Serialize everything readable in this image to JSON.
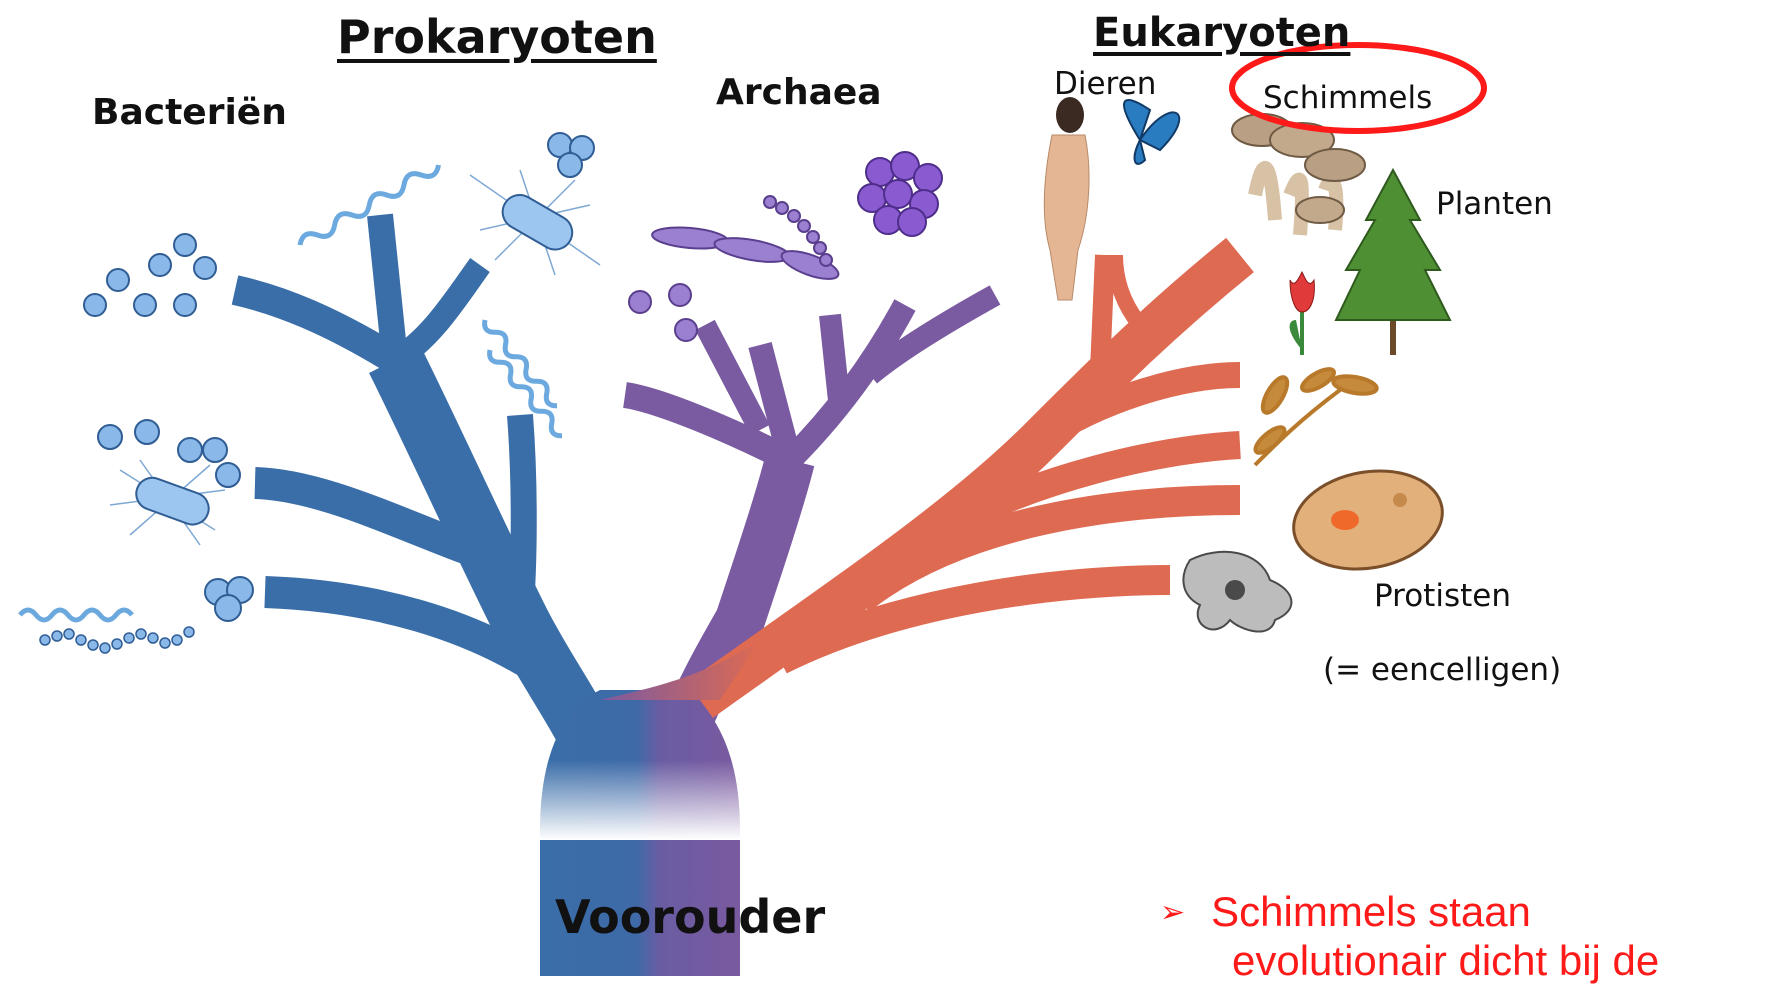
{
  "headings": {
    "prokaryotes": "Prokaryoten",
    "eukaryotes": "Eukaryoten"
  },
  "groups": {
    "bacteria": "Bacteriën",
    "archaea": "Archaea",
    "animals": "Dieren",
    "fungi": "Schimmels",
    "plants": "Planten",
    "protists": "Protisten",
    "protists_note": "(= eencelligen)",
    "ancestor": "Voorouder"
  },
  "note": {
    "bullet": "➢",
    "line1": "Schimmels staan",
    "line2": "evolutionair dicht bij de"
  },
  "colors": {
    "bacteria_branch": "#3a6ea8",
    "archaea_branch": "#7a5aa0",
    "eukaryote_branch": "#de6a52",
    "highlight": "#ff1a1a",
    "note_text": "#ff1a1a"
  }
}
